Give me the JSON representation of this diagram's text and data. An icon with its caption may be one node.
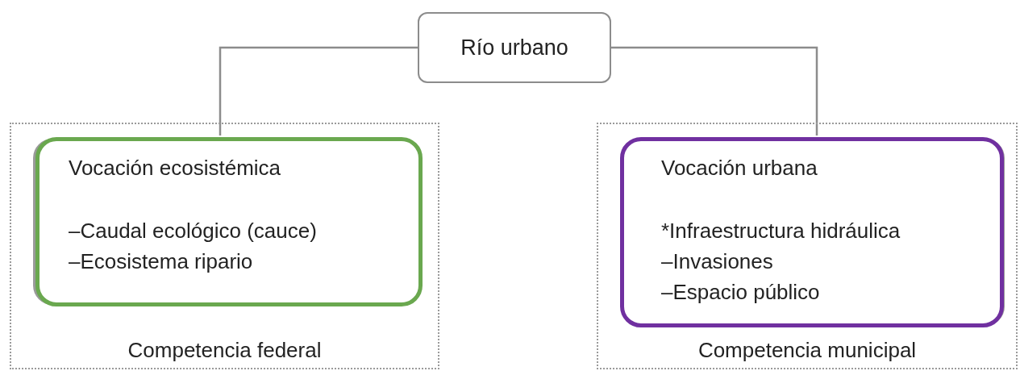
{
  "diagram": {
    "nodes": [
      {
        "text": [
          "Río urbano"
        ]
      },
      {
        "text": [
          "Competencia federal"
        ]
      },
      {
        "text": [
          "Vocación ecosistémica",
          "–Caudal ecológico (cauce)",
          "–Ecosistema ripario"
        ],
        "in": 1
      },
      {
        "text": [
          "Competencia municipal"
        ]
      },
      {
        "text": [
          "Vocación urbana",
          "*Infraestructura hidráulica",
          "–Invasiones",
          "–Espacio público"
        ],
        "in": 3
      }
    ],
    "edges": [
      {
        "from": 0,
        "to": 2,
        "arrow": "none"
      },
      {
        "from": 0,
        "to": 4,
        "arrow": "none"
      }
    ]
  }
}
